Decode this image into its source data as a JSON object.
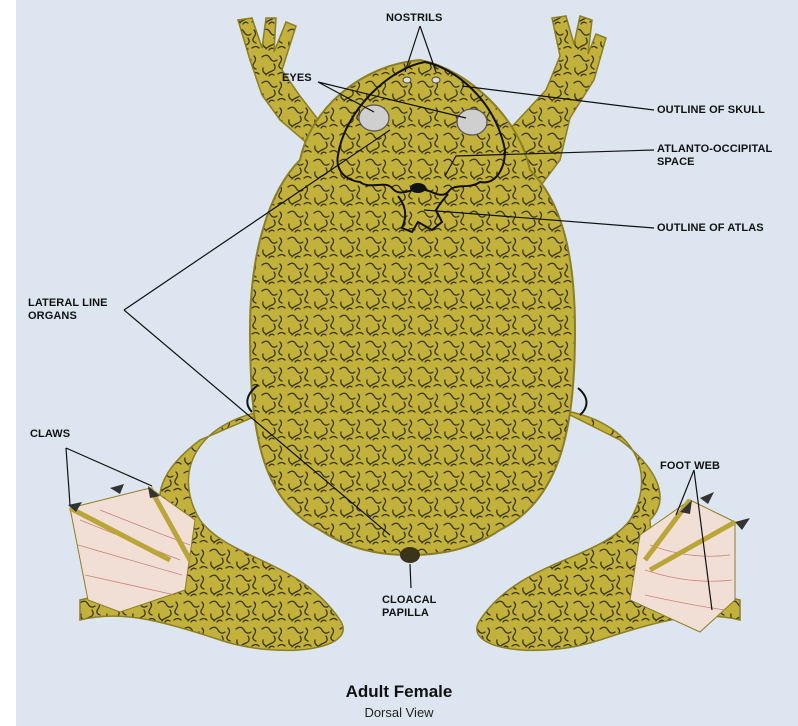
{
  "labels": {
    "nostrils": "NOSTRILS",
    "eyes": "EYES",
    "outline_of_skull": "OUTLINE OF SKULL",
    "atlanto_occipital_space": "ATLANTO-OCCIPITAL\nSPACE",
    "outline_of_atlas": "OUTLINE OF ATLAS",
    "lateral_line_organs": "LATERAL LINE\nORGANS",
    "claws": "CLAWS",
    "foot_web": "FOOT WEB",
    "cloacal_papilla": "CLOACAL\nPAPILLA"
  },
  "caption": {
    "title": "Adult Female",
    "subtitle": "Dorsal View"
  },
  "colors": {
    "background": "#dde6f0",
    "skin": "#c2b13a",
    "skin_dark": "#8c7f22",
    "pattern": "#3b3618",
    "web": "#f1dfd6",
    "web_vein": "#c9847a",
    "line": "#111111"
  }
}
